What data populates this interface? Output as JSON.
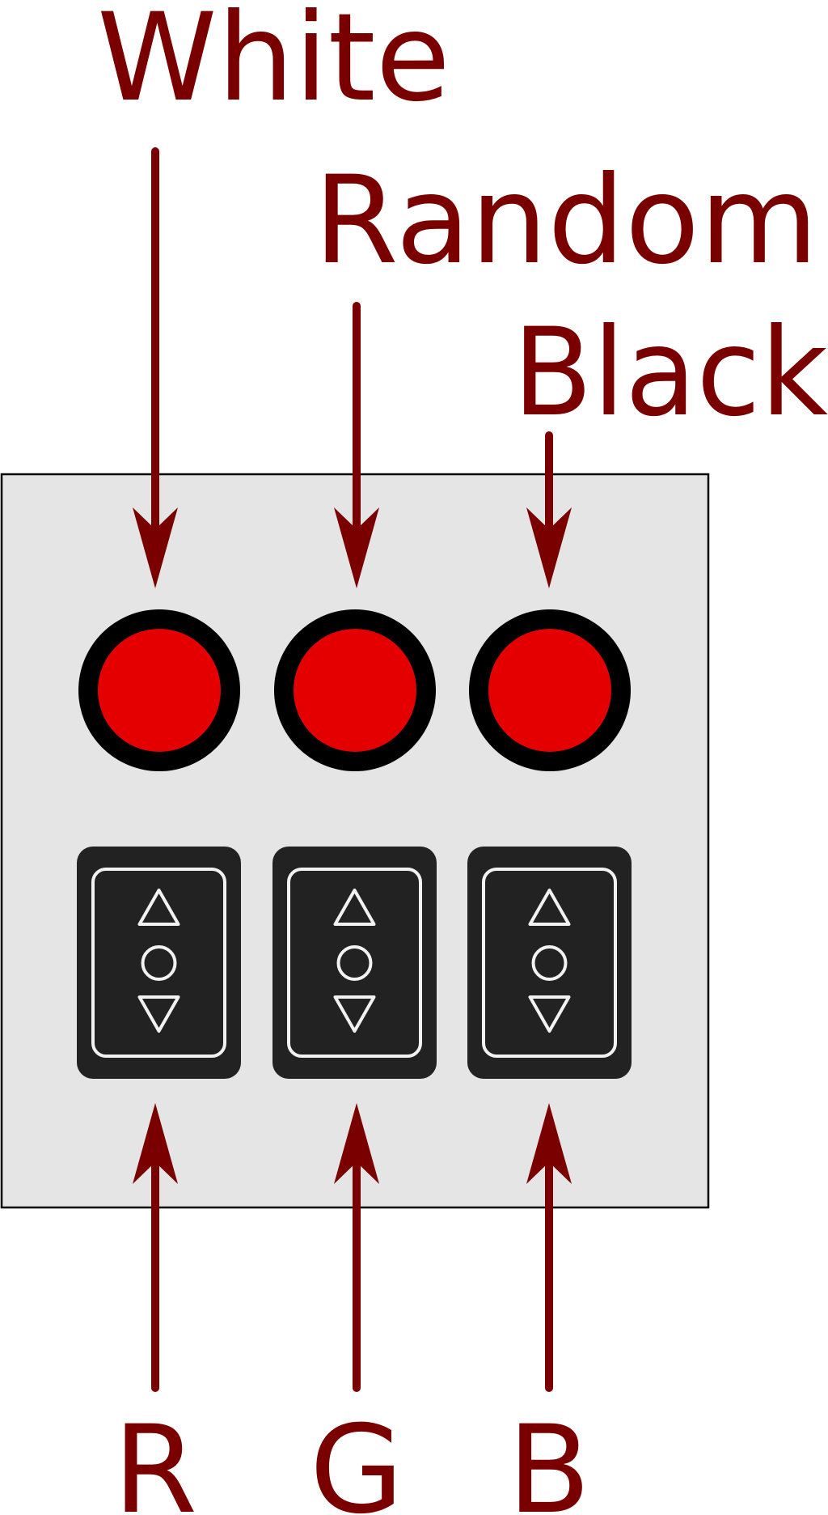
{
  "labels": {
    "white": "White",
    "random": "Random",
    "black": "Black",
    "r": "R",
    "g": "G",
    "b": "B"
  },
  "colors": {
    "label_text": "#7a0000",
    "arrow": "#7a0000",
    "panel_fill": "#e5e5e5",
    "panel_stroke": "#000000",
    "button_ring": "#000000",
    "button_fill": "#e40000",
    "switch_body": "#222222",
    "switch_outline": "#f2f2f2"
  },
  "icons": {
    "switch_up": "triangle-up-icon",
    "switch_center": "circle-icon",
    "switch_down": "triangle-down-icon",
    "button": "round-button"
  }
}
